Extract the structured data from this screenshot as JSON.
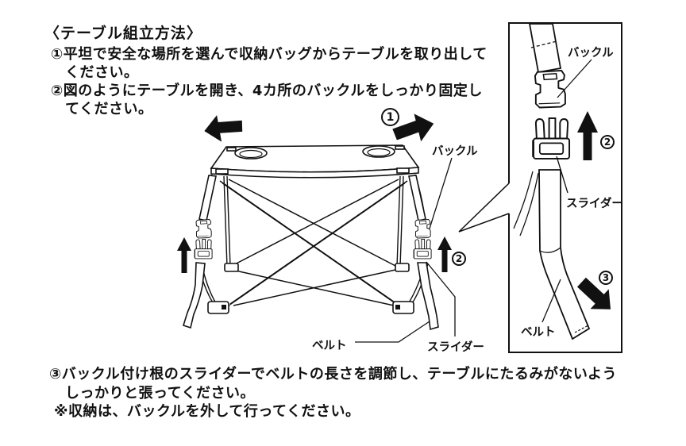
{
  "page": {
    "background": "#ffffff",
    "ink": "#111111"
  },
  "title": "〈テーブル組立方法〉",
  "steps_top": {
    "s1l1": "①平坦で安全な場所を選んで収納バッグからテーブルを取り出して",
    "s1l2": "ください。",
    "s2l1": "②図のようにテーブルを開き、4カ所のバックルをしっかり固定し",
    "s2l2": "てください。"
  },
  "steps_bottom": {
    "s3l1": "③バックル付け根のスライダーでベルトの長さを調節し、テーブルにたるみがないよう",
    "s3l2": "しっかりと張ってください。",
    "note": "※収納は、バックルを外して行ってください。"
  },
  "diagram": {
    "labels": {
      "buckle_main": "バックル",
      "belt_main": "ベルト",
      "slider_main": "スライダー",
      "buckle_detail": "バックル",
      "slider_detail": "スライダー",
      "belt_detail": "ベルト"
    },
    "markers": {
      "step1": "1",
      "step2_main": "2",
      "step2_detail": "2",
      "step3_detail": "3"
    },
    "icons": {
      "open_arrows": "black block arrows left/right (open table)",
      "lift_arrows": "black up arrows (fasten buckle)",
      "pull_arrow": "black diagonal arrow (pull belt)"
    }
  }
}
